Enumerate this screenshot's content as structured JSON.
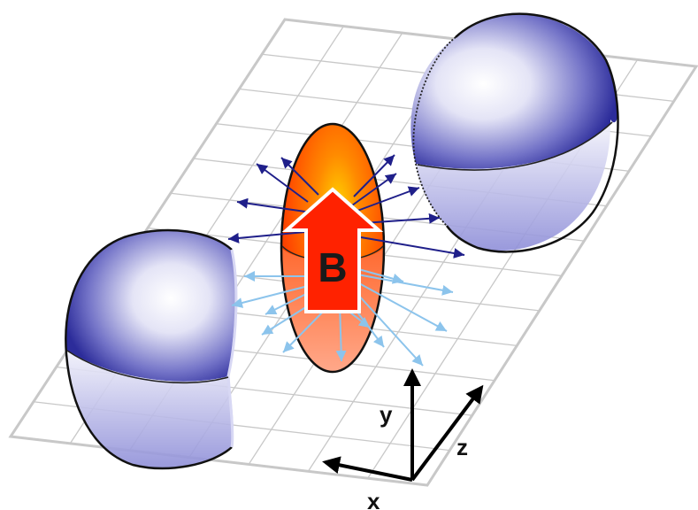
{
  "field_label": "B",
  "axes": {
    "x": "x",
    "y": "y",
    "z": "z"
  },
  "colors": {
    "grid": "#c8c8c8",
    "sphere": "#3a3aaa",
    "ellipsoid": "#ff4a00",
    "arrow_fill": "#ff2200",
    "field_lines_upper": "#1f1f8a",
    "field_lines_lower": "#8cc4ec"
  }
}
